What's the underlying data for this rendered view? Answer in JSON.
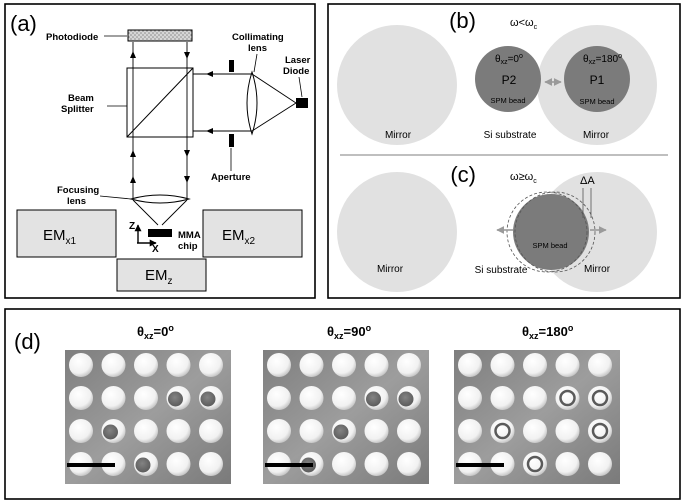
{
  "panel_a": {
    "label": "(a)",
    "photodiode": "Photodiode",
    "collimating_lens_1": "Collimating",
    "collimating_lens_2": "lens",
    "laser_diode_1": "Laser",
    "laser_diode_2": "Diode",
    "beam_splitter_1": "Beam",
    "beam_splitter_2": "Splitter",
    "aperture": "Aperture",
    "focusing_lens_1": "Focusing",
    "focusing_lens_2": "lens",
    "axis_z": "Z",
    "axis_x": "X",
    "mma_chip_1": "MMA",
    "mma_chip_2": "chip",
    "em_x1_main": "EM",
    "em_x1_sub": "x1",
    "em_x2_main": "EM",
    "em_x2_sub": "x2",
    "em_z_main": "EM",
    "em_z_sub": "z"
  },
  "panel_b": {
    "label": "(b)",
    "condition": "ω<ω",
    "condition_sub": "c",
    "mirror_left": "Mirror",
    "mirror_right": "Mirror",
    "substrate": "Si substrate",
    "bead_left_theta": "θ",
    "bead_left_theta_sub": "xz",
    "bead_left_angle": "=0",
    "bead_left_deg": "o",
    "bead_left_name": "P2",
    "bead_left_caption": "SPM bead",
    "bead_right_theta": "θ",
    "bead_right_theta_sub": "xz",
    "bead_right_angle": "=180",
    "bead_right_deg": "o",
    "bead_right_name": "P1",
    "bead_right_caption": "SPM bead"
  },
  "panel_c": {
    "label": "(c)",
    "condition": "ω≥ω",
    "condition_sub": "c",
    "delta_a": "ΔA",
    "mirror_left": "Mirror",
    "mirror_right": "Mirror",
    "substrate": "Si substrate",
    "bead_caption": "SPM bead"
  },
  "panel_d": {
    "label": "(d)",
    "images": [
      {
        "theta": "θ",
        "sub": "xz",
        "value": "=0",
        "deg": "o"
      },
      {
        "theta": "θ",
        "sub": "xz",
        "value": "=90",
        "deg": "o"
      },
      {
        "theta": "θ",
        "sub": "xz",
        "value": "=180",
        "deg": "o"
      }
    ]
  },
  "colors": {
    "mirror_fill": "#e1e1e1",
    "bead_fill": "#7b7b7b",
    "arrow": "#9a9a9a",
    "frame": "#000000"
  }
}
